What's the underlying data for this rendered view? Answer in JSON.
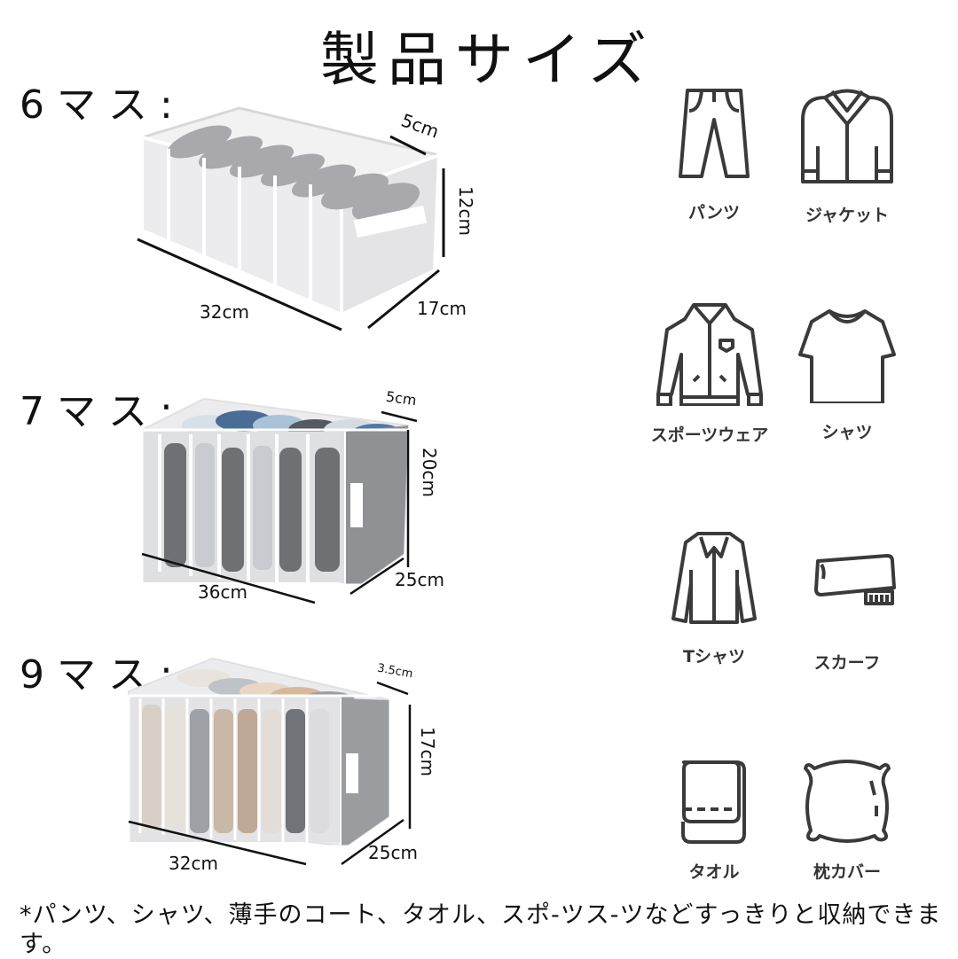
{
  "title": "製品サイズ",
  "products": [
    {
      "label": "6マス:",
      "dimensions": {
        "depth": "5cm",
        "height": "12cm",
        "length": "32cm",
        "width": "17cm"
      },
      "colors": {
        "fabric": "#e8e8ea",
        "clothes": "#a9a9ad"
      }
    },
    {
      "label": "7マス:",
      "dimensions": {
        "depth": "5cm",
        "height": "20cm",
        "length": "36cm",
        "width": "25cm"
      },
      "colors": {
        "fabric": "#dcdcde",
        "clothes": "#4a6d96"
      }
    },
    {
      "label": "9マス:",
      "dimensions": {
        "depth": "3.5cm",
        "height": "17cm",
        "length": "32cm",
        "width": "25cm"
      },
      "colors": {
        "fabric": "#e2e2e4",
        "clothes": "#c8b8a8"
      }
    }
  ],
  "clothing_types": [
    {
      "label": "パンツ",
      "icon": "pants-icon"
    },
    {
      "label": "ジャケット",
      "icon": "jacket-icon"
    },
    {
      "label": "スポーツウェア",
      "icon": "sportswear-icon"
    },
    {
      "label": "シャツ",
      "icon": "tshirt-icon"
    },
    {
      "label": "Tシャツ",
      "icon": "shirt-icon"
    },
    {
      "label": "スカーフ",
      "icon": "scarf-icon"
    },
    {
      "label": "タオル",
      "icon": "towel-icon"
    },
    {
      "label": "枕カバー",
      "icon": "pillow-icon"
    }
  ],
  "footer": "*パンツ、シャツ、薄手のコート、タオル、スポ-ツス-ツなどすっきりと収納できます。",
  "icon_stroke_color": "#3a3a3a"
}
